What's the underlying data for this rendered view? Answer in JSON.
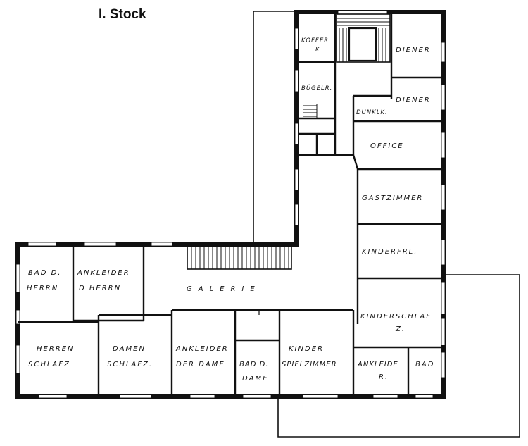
{
  "title": "I. Stock",
  "rooms": {
    "koffer": [
      "KOFFER",
      "K"
    ],
    "diener1": "DIENER",
    "buegel": "BÜGELR.",
    "diener2": "DIENER",
    "dunkelk": "DUNKLK.",
    "office": "OFFICE",
    "gastzimmer": "GASTZIMMER",
    "kinderfrl": "KINDERFRL.",
    "kinderschlaf": [
      "KINDERSCHLAF",
      "Z."
    ],
    "bad_herrn": [
      "BAD D.",
      "HERRN"
    ],
    "ankleider_herrn": [
      "ANKLEIDER",
      "D HERRN"
    ],
    "galerie": "GALERIE",
    "herren_schlafz": [
      "HERREN",
      "SCHLAFZ"
    ],
    "damen_schlafz": [
      "DAMEN",
      "SCHLAFZ."
    ],
    "ankleider_dame": [
      "ANKLEIDER",
      "DER DAME"
    ],
    "bad_dame": [
      "BAD D.",
      "DAME"
    ],
    "kinder_spielzimmer": [
      "KINDER",
      "SPIELZIMMER"
    ],
    "ankleide_r": [
      "ANKLEIDE",
      "R."
    ],
    "bad": "BAD"
  }
}
